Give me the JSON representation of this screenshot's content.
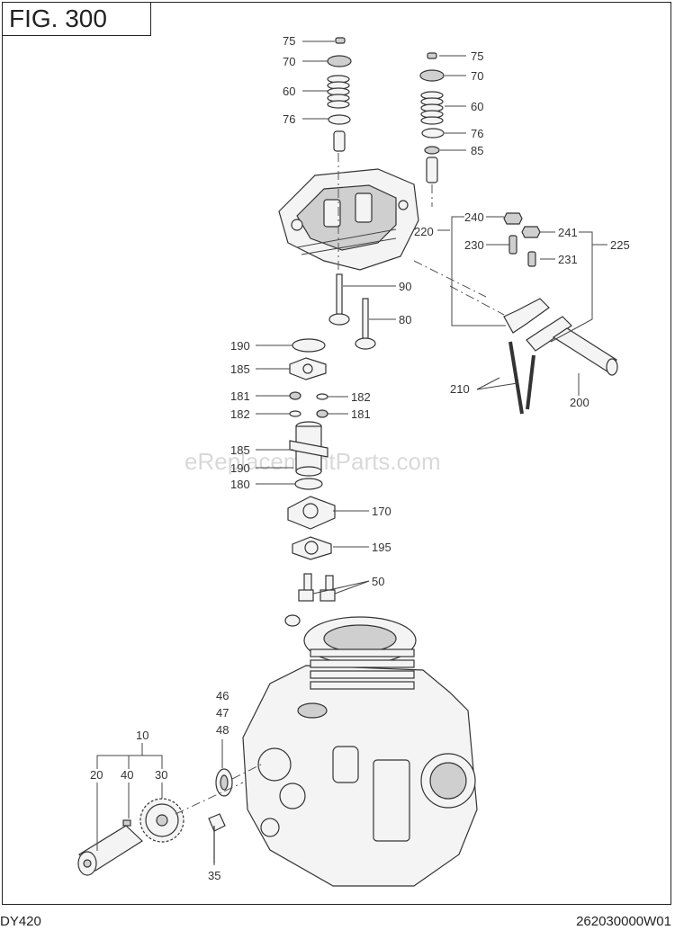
{
  "figure_title": "FIG. 300",
  "model": "DY420",
  "document_number": "262030000W01",
  "watermark": "eReplacementParts.com",
  "callouts": {
    "c75a": "75",
    "c70a": "70",
    "c60a": "60",
    "c76a": "76",
    "c75b": "75",
    "c70b": "70",
    "c60b": "60",
    "c76b": "76",
    "c85": "85",
    "c240": "240",
    "c220": "220",
    "c230": "230",
    "c241": "241",
    "c225": "225",
    "c231": "231",
    "c90": "90",
    "c80": "80",
    "c190a": "190",
    "c185a": "185",
    "c181a": "181",
    "c182a": "182",
    "c182b": "182",
    "c181b": "181",
    "c185b": "185",
    "c190b": "190",
    "c180": "180",
    "c170": "170",
    "c195": "195",
    "c50": "50",
    "c210": "210",
    "c200": "200",
    "c46": "46",
    "c47": "47",
    "c48": "48",
    "c10": "10",
    "c20": "20",
    "c40": "40",
    "c30": "30",
    "c35": "35"
  }
}
